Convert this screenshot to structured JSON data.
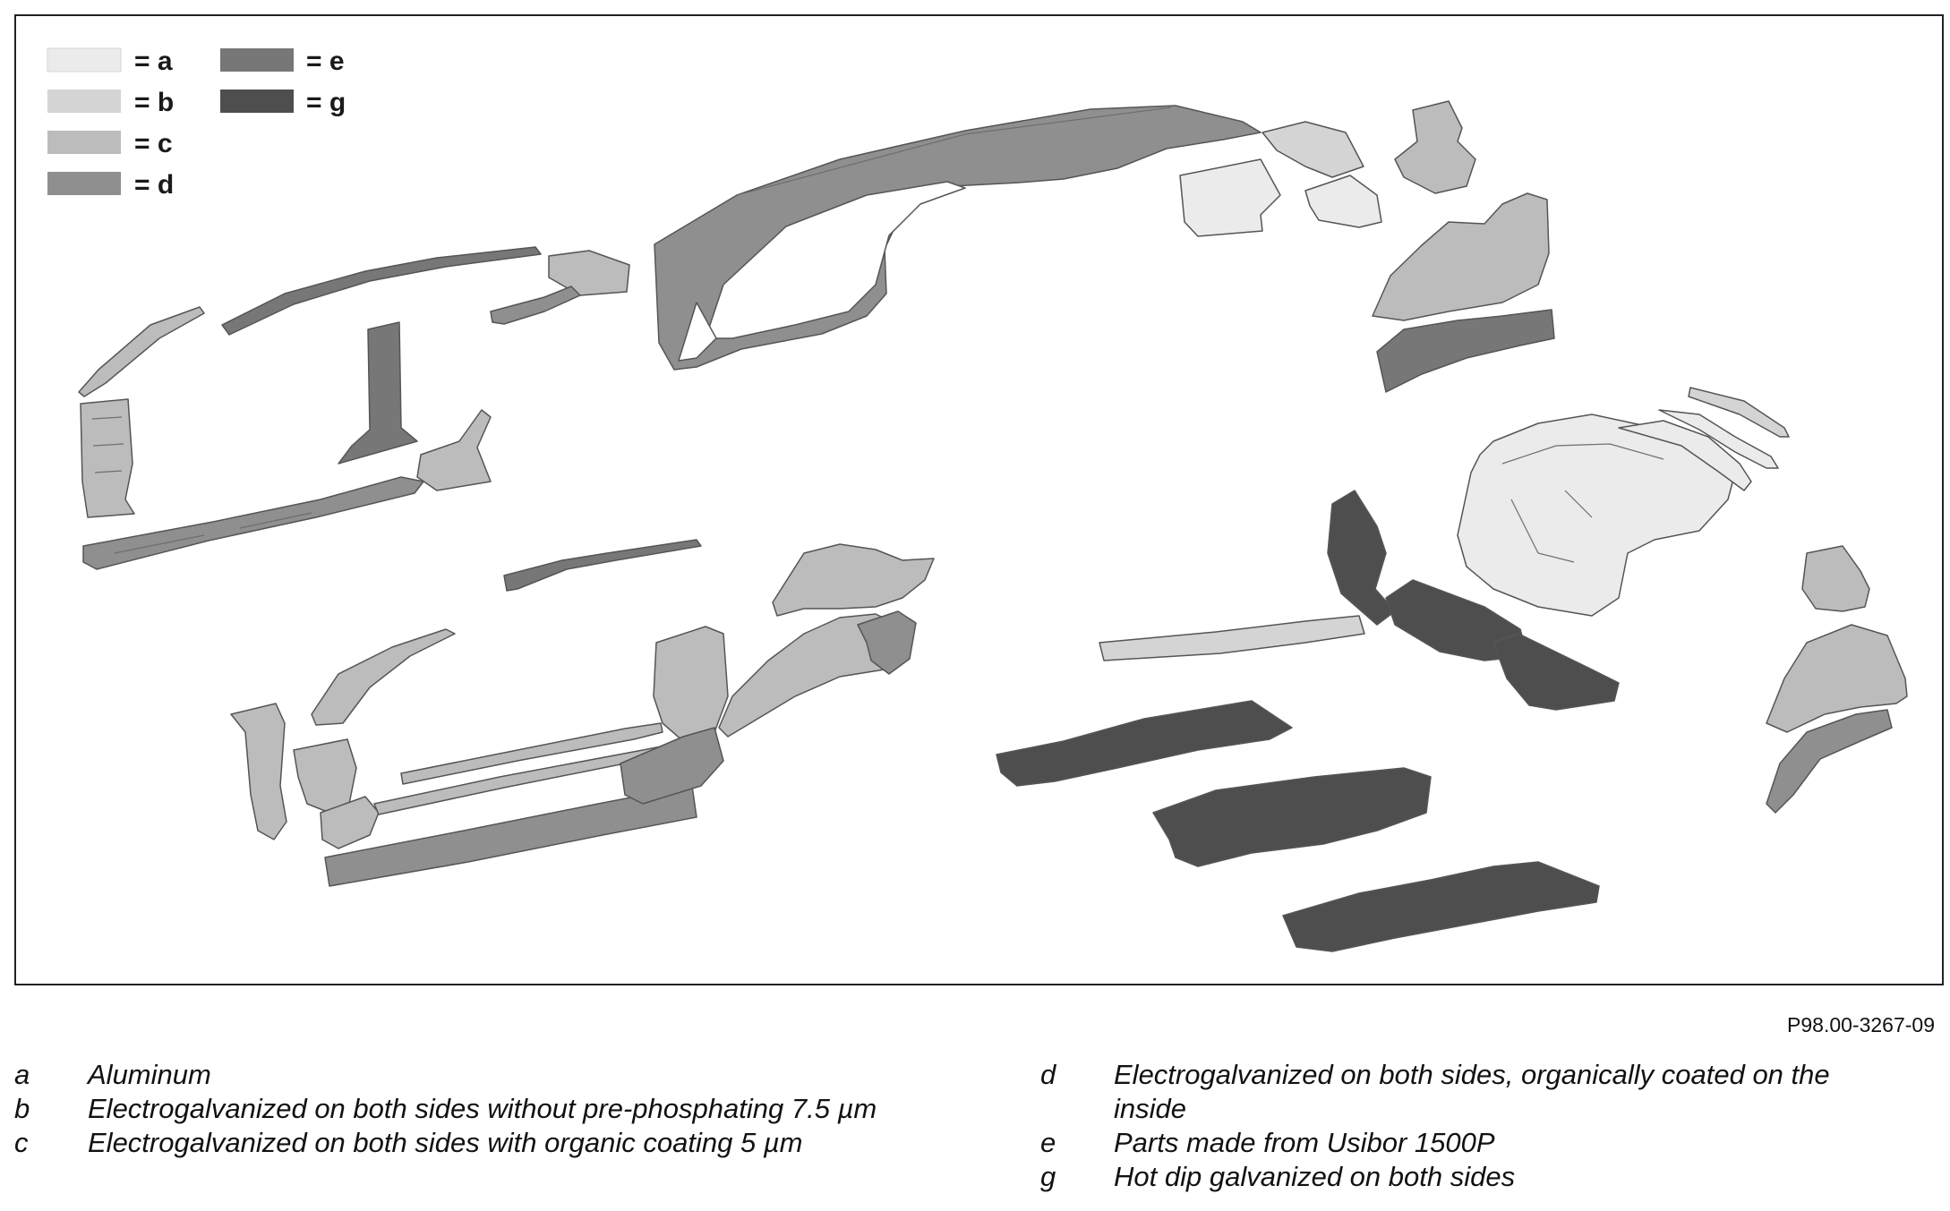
{
  "colors": {
    "a": "#ebebeb",
    "b": "#d4d4d4",
    "c": "#bcbcbc",
    "d": "#8f8f8f",
    "e": "#777777",
    "g": "#4e4e4e",
    "outline": "#555555",
    "frame": "#222222"
  },
  "legend": {
    "items": [
      {
        "key": "a",
        "label": "= a",
        "color": "#ebebeb"
      },
      {
        "key": "b",
        "label": "= b",
        "color": "#d4d4d4"
      },
      {
        "key": "c",
        "label": "= c",
        "color": "#bcbcbc"
      },
      {
        "key": "d",
        "label": "= d",
        "color": "#8f8f8f"
      },
      {
        "key": "e",
        "label": "= e",
        "color": "#777777"
      },
      {
        "key": "g",
        "label": "= g",
        "color": "#4e4e4e"
      }
    ]
  },
  "figure_id": "P98.00-3267-09",
  "key": {
    "left": [
      {
        "letter": "a",
        "text": "Aluminum"
      },
      {
        "letter": "b",
        "text": "Electrogalvanized on both sides without pre-phosphating 7.5 µm"
      },
      {
        "letter": "c",
        "text": "Electrogalvanized on both sides with organic coating 5 µm"
      }
    ],
    "right": [
      {
        "letter": "d",
        "text": "Electrogalvanized on both sides, organically coated on the inside"
      },
      {
        "letter": "e",
        "text": "Parts made from Usibor 1500P"
      },
      {
        "letter": "g",
        "text": "Hot dip galvanized on both sides"
      }
    ]
  }
}
